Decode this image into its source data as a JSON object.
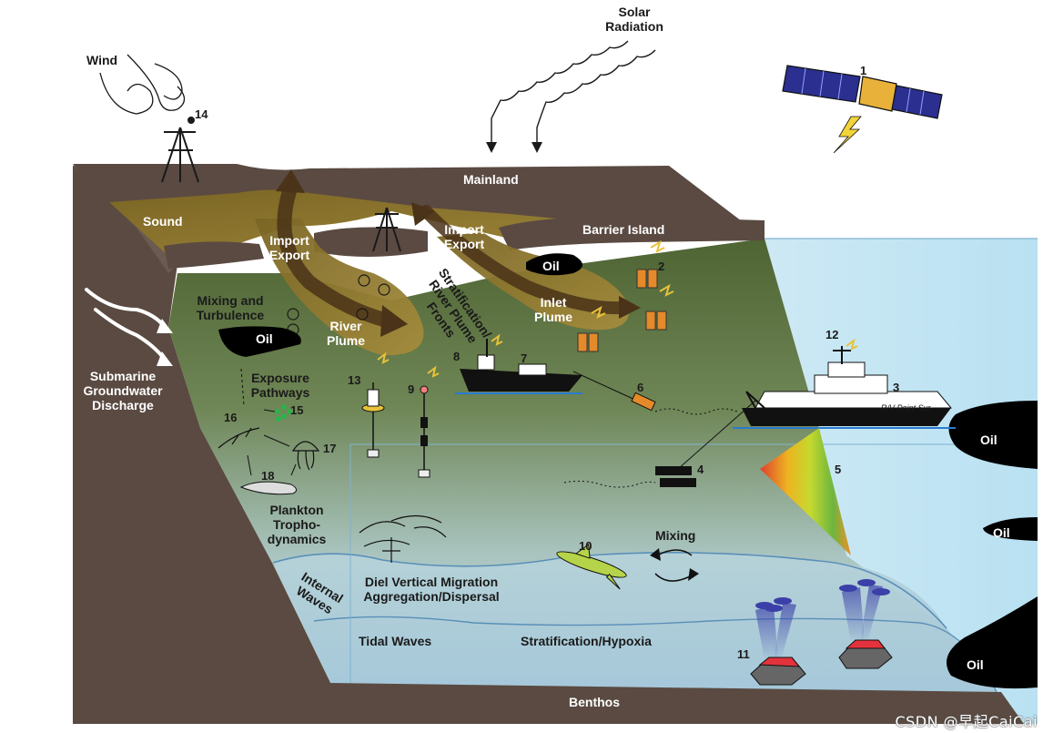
{
  "labels": {
    "solar_radiation": "Solar\nRadiation",
    "wind": "Wind",
    "mainland": "Mainland",
    "sound": "Sound",
    "barrier_island": "Barrier Island",
    "import_export_left": "Import\nExport",
    "import_export_right": "Import\nExport",
    "oil_bay": "Oil",
    "oil_left": "Oil",
    "oil_right_1": "Oil",
    "oil_right_2": "Oil",
    "oil_right_3": "Oil",
    "stratification_fronts": "Stratification/\nRiver Plume\nFronts",
    "inlet_plume": "Inlet\nPlume",
    "river_plume": "River\nPlume",
    "mixing_turbulence": "Mixing and\nTurbulence",
    "submarine_discharge": "Submarine\nGroundwater\nDischarge",
    "exposure_pathways": "Exposure\nPathways",
    "plankton_trophodynamics": "Plankton\nTropho-\ndynamics",
    "diel_migration": "Diel Vertical Migration\nAggregation/Dispersal",
    "internal_waves": "Internal\nWaves",
    "tidal_waves": "Tidal Waves",
    "stratification_hypoxia": "Stratification/Hypoxia",
    "mixing": "Mixing",
    "benthos": "Benthos",
    "ship_name": "R/V Point Sur"
  },
  "numbers": {
    "n1": "1",
    "n2": "2",
    "n3": "3",
    "n4": "4",
    "n5": "5",
    "n6": "6",
    "n7": "7",
    "n8": "8",
    "n9": "9",
    "n10": "10",
    "n11": "11",
    "n12": "12",
    "n13": "13",
    "n14": "14",
    "n15": "15",
    "n16": "16",
    "n17": "17",
    "n18": "18"
  },
  "watermark": "CSDN @早起CaiCai",
  "colors": {
    "land": "#5a4a42",
    "plume": "#8a7429",
    "water_shallow": "#5b6f3a",
    "water_deep": "#b9d8e4",
    "open_water": "#cde9f4",
    "oil": "#000000",
    "satellite_panel": "#2b2f8f",
    "satellite_body": "#e8b23a",
    "instrument_orange": "#e58a2a",
    "ship_hull": "#111111",
    "glider": "#b6d44a",
    "lander_red": "#e2323c",
    "sonar_beam": "#3b3fa8"
  }
}
